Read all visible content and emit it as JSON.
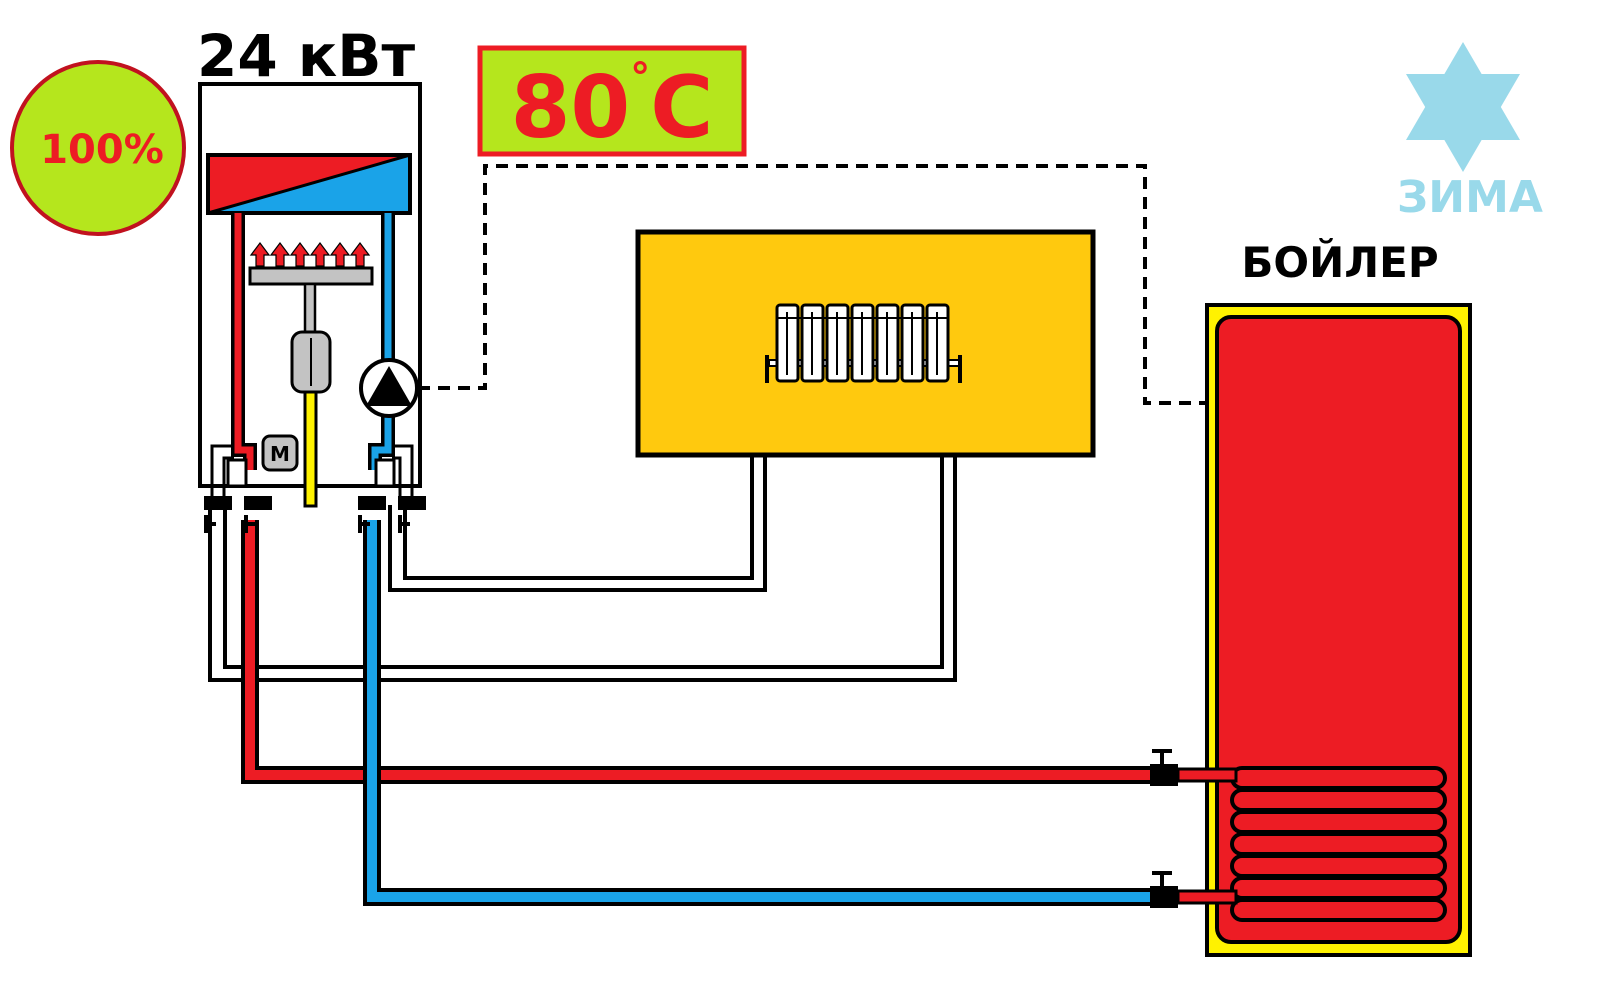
{
  "boiler_unit": {
    "power_label": "24 кВт",
    "load_percent": "100%",
    "motor_label": "M"
  },
  "temperature": {
    "value": "80",
    "degree": "°",
    "unit": "C"
  },
  "season": {
    "label": "ЗИМА",
    "icon": "snowflake-icon"
  },
  "water_heater": {
    "label": "БОЙЛЕР"
  },
  "colors": {
    "hot": "#ed1c24",
    "cold": "#1aa3e8",
    "heating_zone": "#ffc90e",
    "tank_border": "#fff200",
    "badge_green": "#b5e61d",
    "season": "#99d9ea",
    "neutral": "#c3c3c3"
  }
}
